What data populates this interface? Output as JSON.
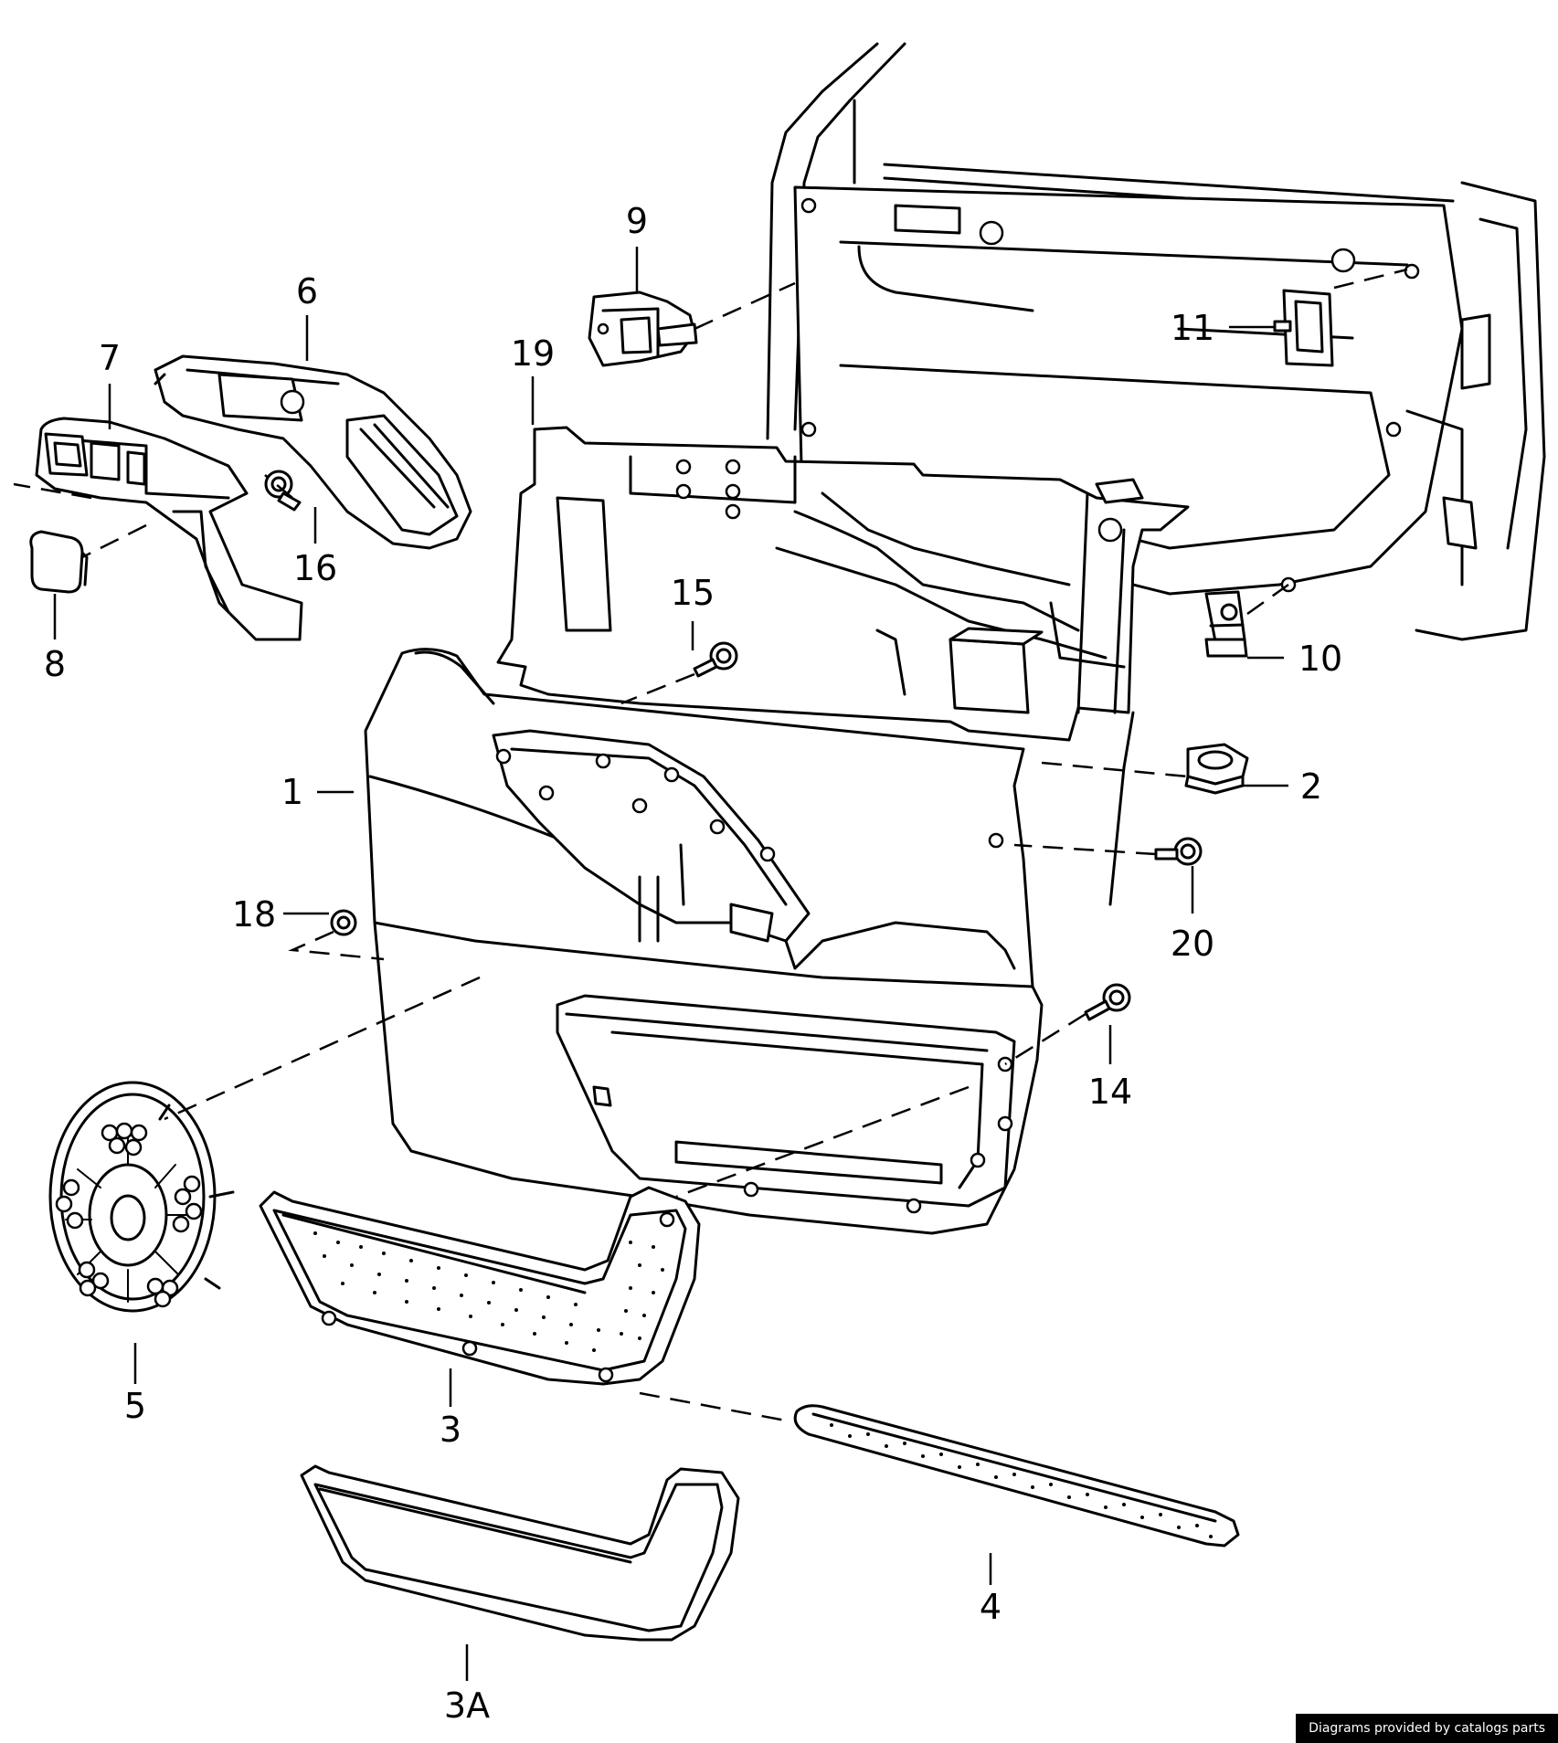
{
  "diagram": {
    "callouts": {
      "p1": "1",
      "p2": "2",
      "p3": "3",
      "p3a": "3A",
      "p4": "4",
      "p5": "5",
      "p6": "6",
      "p7": "7",
      "p8": "8",
      "p9": "9",
      "p10": "10",
      "p11": "11",
      "p14": "14",
      "p15": "15",
      "p16": "16",
      "p18": "18",
      "p19": "19",
      "p20": "20"
    }
  },
  "footer": {
    "credit": "Diagrams provided by catalogs parts"
  }
}
